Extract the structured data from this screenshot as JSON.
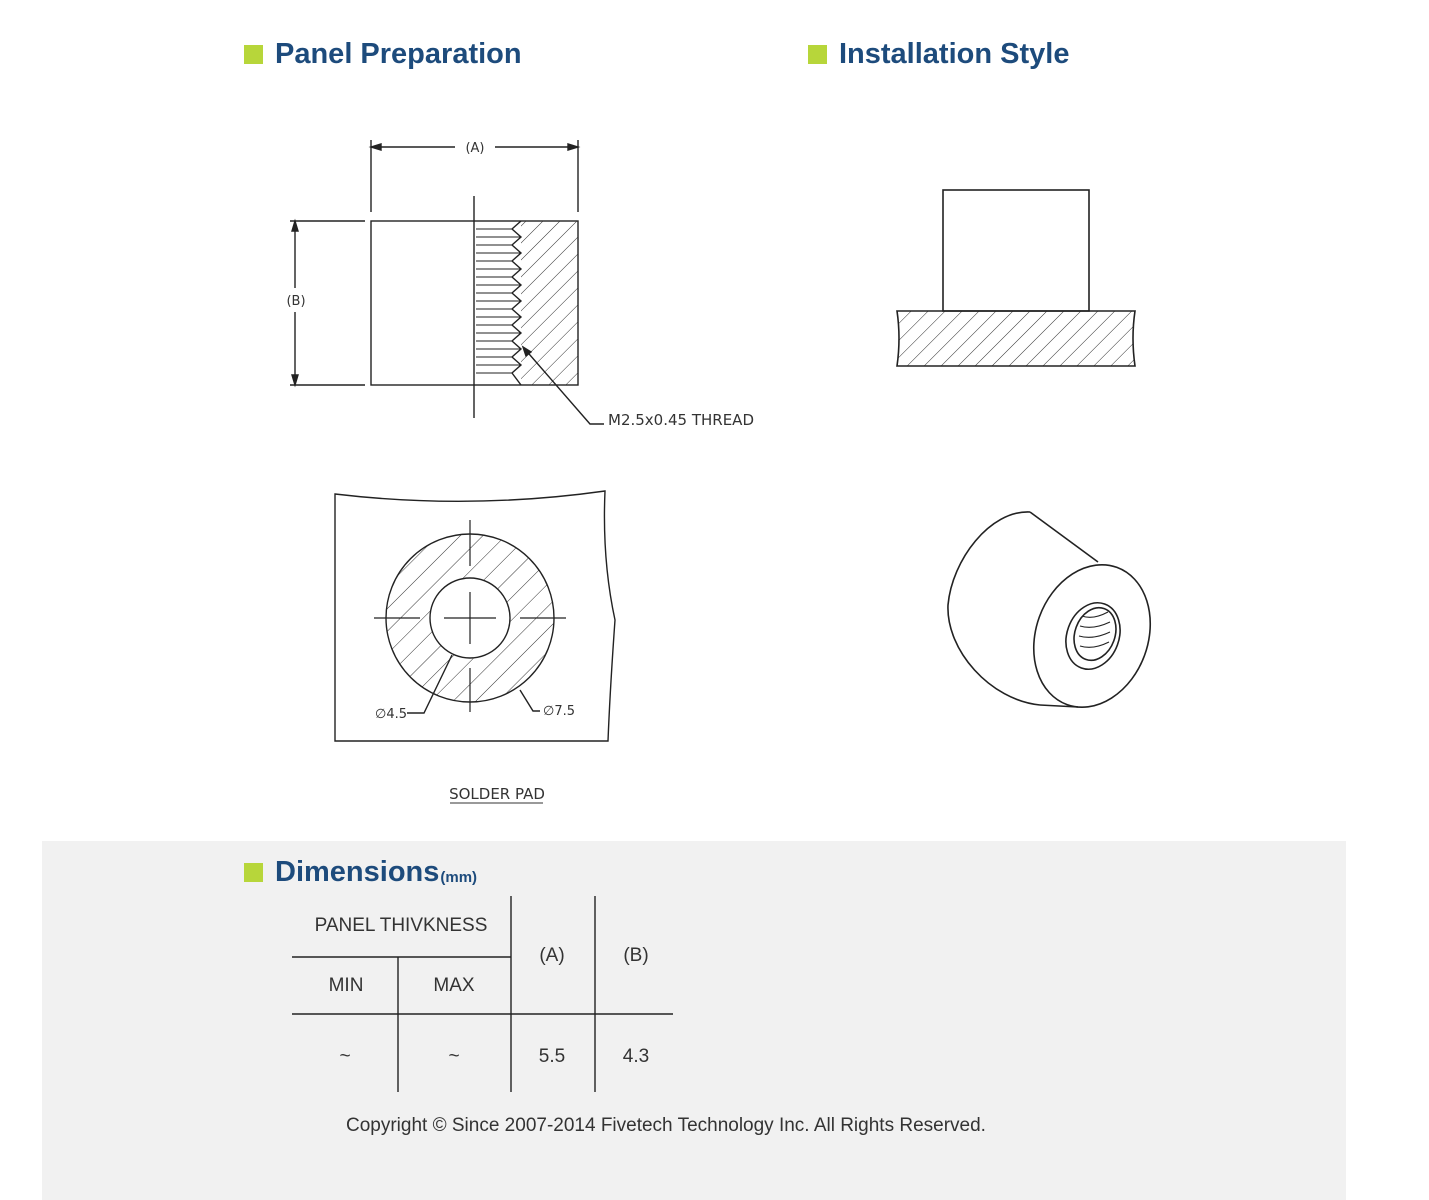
{
  "sections": {
    "panel_preparation": "Panel Preparation",
    "installation_style": "Installation Style",
    "dimensions": "Dimensions",
    "dimensions_unit": "(mm)"
  },
  "drawing": {
    "label_a": "(A)",
    "label_b": "(B)",
    "thread_callout": "M2.5x0.45 THREAD",
    "inner_diameter": "∅4.5",
    "outer_diameter": "∅7.5",
    "pad_caption": "SOLDER PAD"
  },
  "table": {
    "group_header": "PANEL THIVKNESS",
    "col_min": "MIN",
    "col_max": "MAX",
    "col_a": "(A)",
    "col_b": "(B)",
    "rows": [
      {
        "min": "~",
        "max": "~",
        "a": "5.5",
        "b": "4.3"
      }
    ]
  },
  "footer": {
    "copyright": "Copyright © Since 2007-2014 Fivetech Technology Inc. All Rights Reserved."
  },
  "colors": {
    "heading": "#1d4b7c",
    "bullet": "#b7d63a",
    "band": "#f1f1f1"
  }
}
